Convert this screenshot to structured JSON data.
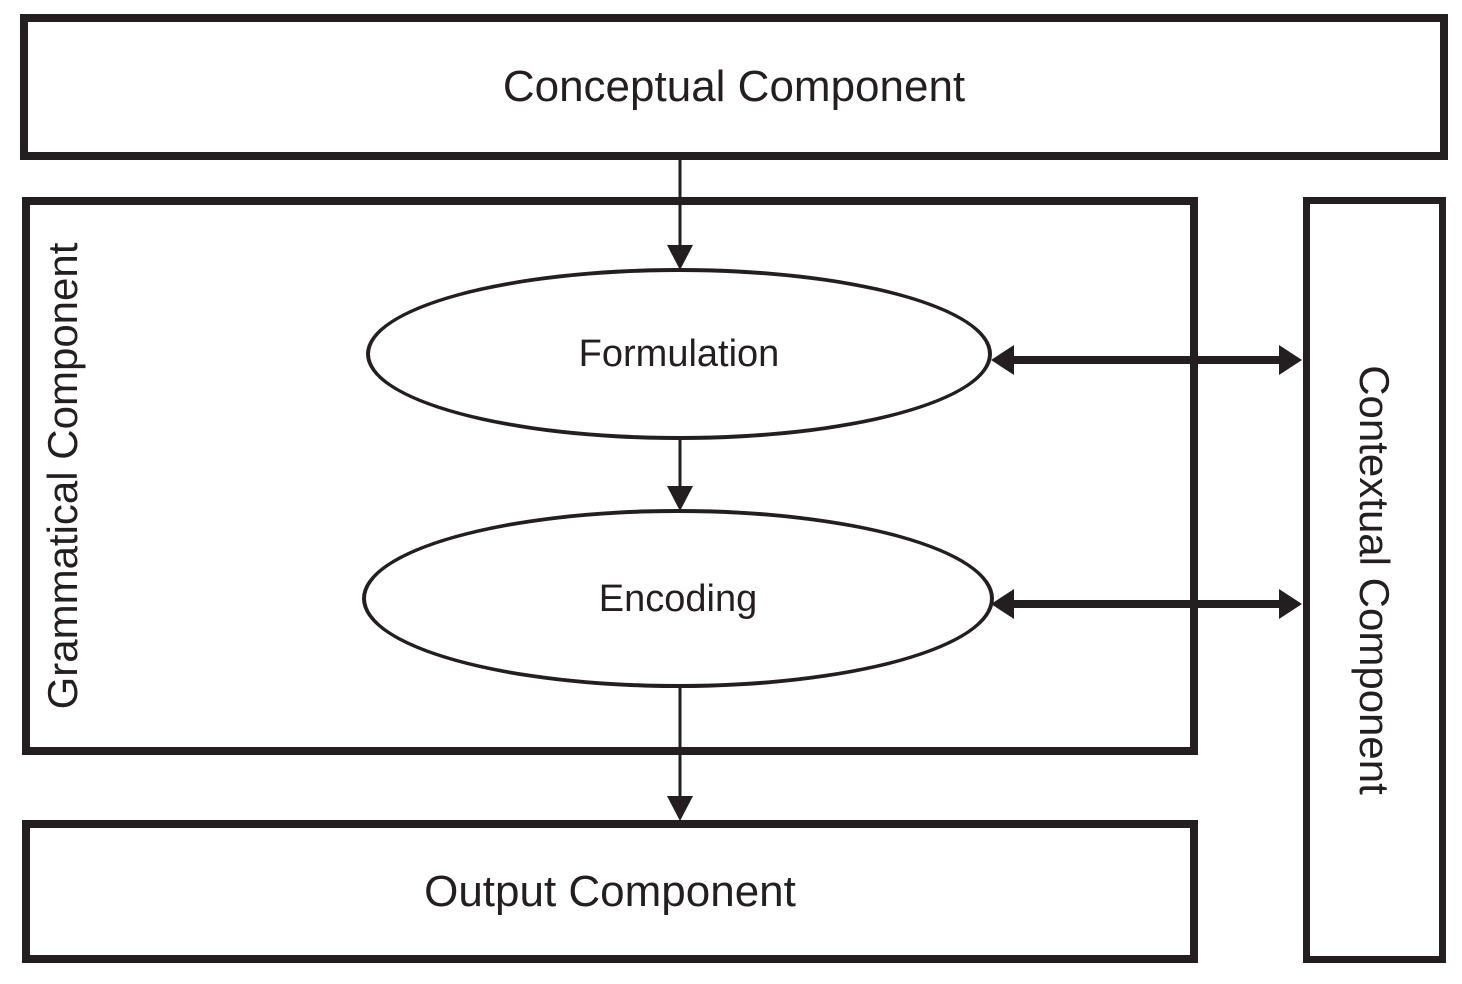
{
  "nodes": {
    "conceptual": {
      "label": "Conceptual Component",
      "shape": "box"
    },
    "grammatical": {
      "label": "Grammatical Component",
      "shape": "box"
    },
    "formulation": {
      "label": "Formulation",
      "shape": "ellipse"
    },
    "encoding": {
      "label": "Encoding",
      "shape": "ellipse"
    },
    "contextual": {
      "label": "Contextual Component",
      "shape": "box"
    },
    "output": {
      "label": "Output Component",
      "shape": "box"
    }
  },
  "connections": [
    {
      "from": "conceptual",
      "to": "formulation",
      "direction": "one-way"
    },
    {
      "from": "formulation",
      "to": "encoding",
      "direction": "one-way"
    },
    {
      "from": "encoding",
      "to": "output",
      "direction": "one-way"
    },
    {
      "from": "formulation",
      "to": "contextual",
      "direction": "two-way"
    },
    {
      "from": "encoding",
      "to": "contextual",
      "direction": "two-way"
    }
  ],
  "colors": {
    "line": "#231f20",
    "text": "#231f20",
    "background": "#ffffff"
  }
}
